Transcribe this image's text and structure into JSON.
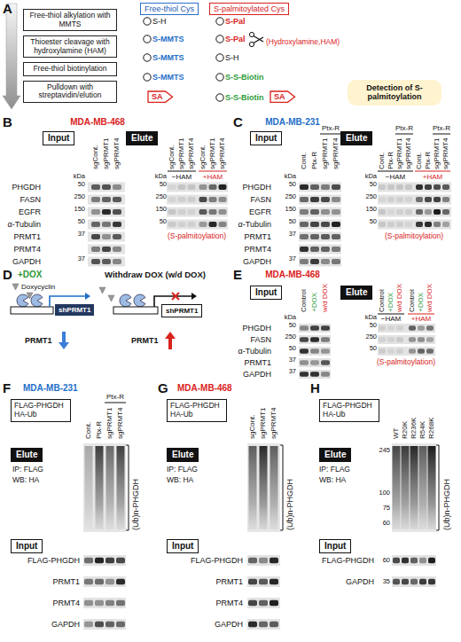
{
  "diagram": {
    "nodes": [
      {
        "text": [
          "Free-thiol alkylation with MMTS"
        ]
      },
      {
        "text": [
          "Thioester cleavage with hydroxylamine (HAM)"
        ]
      },
      {
        "text": [
          "Free-thiol biotinylation"
        ]
      },
      {
        "text": [
          "Pulldown with streptavidin/elution"
        ]
      },
      {
        "text": [
          "Free-thiol Cys"
        ]
      },
      {
        "text": [
          "S-palmitoylated Cys"
        ]
      },
      {
        "text": [
          "SA"
        ]
      },
      {
        "text": [
          "SA"
        ]
      },
      {
        "text": [
          "Detection of S-palmitoylation"
        ]
      },
      {
        "text": [
          "Input"
        ]
      },
      {
        "text": [
          "Elute"
        ]
      },
      {
        "text": [
          "Input"
        ]
      },
      {
        "text": [
          "Elute"
        ]
      },
      {
        "text": [
          "Input"
        ]
      },
      {
        "text": [
          "Elute"
        ]
      },
      {
        "text": [
          "FLAG-PHGDH HA-Ub"
        ]
      },
      {
        "text": [
          "Elute"
        ]
      },
      {
        "text": [
          "Input"
        ]
      },
      {
        "text": [
          "FLAG-PHGDH HA-Ub"
        ]
      },
      {
        "text": [
          "Elute"
        ]
      },
      {
        "text": [
          "Input"
        ]
      },
      {
        "text": [
          "FLAG-PHGDH HA-Ub"
        ]
      },
      {
        "text": [
          "Elute"
        ]
      },
      {
        "text": [
          "Input"
        ]
      },
      {
        "text": [
          "shPRMT1"
        ]
      },
      {
        "text": [
          "shPRMT1"
        ]
      }
    ],
    "labels": [
      "A",
      "S-H",
      "S-Pal",
      "S-MMTS",
      "S-Pal",
      "(Hydroxylamine,HAM)",
      "S-MMTS",
      "S-H",
      "S-MMTS",
      "S-S-Biotin",
      "S-S-Biotin",
      "B",
      "MDA-MB-468",
      "sgCont.",
      "sgPRMT1",
      "sgPRMT4",
      "PHGDH",
      "FASN",
      "EGFR",
      "α-Tubulin",
      "PRMT1",
      "PRMT4",
      "GAPDH",
      "kDa",
      "50",
      "250",
      "150",
      "50",
      "37",
      "37",
      "sgCont.",
      "sgPRMT1",
      "sgPRMT4",
      "sgCont.",
      "sgPRMT1",
      "sgPRMT4",
      "−HAM",
      "+HAM",
      "kDa",
      "50",
      "250",
      "150",
      "50",
      "(S-palmitoylation)",
      "C",
      "MDA-MB-231",
      "Ptx-R",
      "Cont.",
      "Ptx-R",
      "sgPRMT1",
      "sgPRMT4",
      "PHGDH",
      "FASN",
      "EGFR",
      "α-Tubulin",
      "PRMT1",
      "PRMT4",
      "GAPDH",
      "kDa",
      "50",
      "250",
      "150",
      "50",
      "37",
      "37",
      "Ptx-R",
      "Ptx-R",
      "Cont.",
      "Ptx-R",
      "sgPRMT1",
      "sgPRMT4",
      "Cont.",
      "Ptx-R",
      "sgPRMT1",
      "sgPRMT4",
      "−HAM",
      "+HAM",
      "kDa",
      "50",
      "250",
      "150",
      "50",
      "(S-palmitoylation)",
      "D",
      "+DOX",
      "Doxycyclin",
      "PRMT1",
      "Withdraw DOX (w/d DOX)",
      "PRMT1",
      "E",
      "MDA-MB-468",
      "Control",
      "+DOX",
      "w/d DOX",
      "PHGDH",
      "FASN",
      "α-Tubulin",
      "PRMT1",
      "GAPDH",
      "kDa",
      "50",
      "250",
      "50",
      "37",
      "37",
      "Control",
      "+DOX",
      "w/d DOX",
      "Control",
      "+DOX",
      "w/d DOX",
      "−HAM",
      "+HAM",
      "kDa",
      "50",
      "250",
      "50",
      "(S-palmitoylation)",
      "F",
      "MDA-MB-231",
      "Ptx-R",
      "Cont.",
      "Ptx-R",
      "sgPRMT1",
      "sgPRMT4",
      "IP: FLAG",
      "WB: HA",
      "(Ub)n-PHGDH",
      "FLAG-PHGDH",
      "PRMT1",
      "PRMT4",
      "GAPDH",
      "G",
      "MDA-MB-468",
      "sgCont.",
      "sgPRMT1",
      "sgPRMT4",
      "IP: FLAG",
      "WB: HA",
      "(Ub)n-PHGDH",
      "FLAG-PHGDH",
      "PRMT1",
      "PRMT4",
      "GAPDH",
      "H",
      "WT",
      "R20K",
      "R236K",
      "R54K",
      "R268K",
      "IP: FLAG",
      "WB: HA",
      "245",
      "100",
      "75",
      "60",
      "(Ub)n-PHGDH",
      "FLAG-PHGDH",
      "GAPDH",
      "60",
      "35"
    ]
  }
}
